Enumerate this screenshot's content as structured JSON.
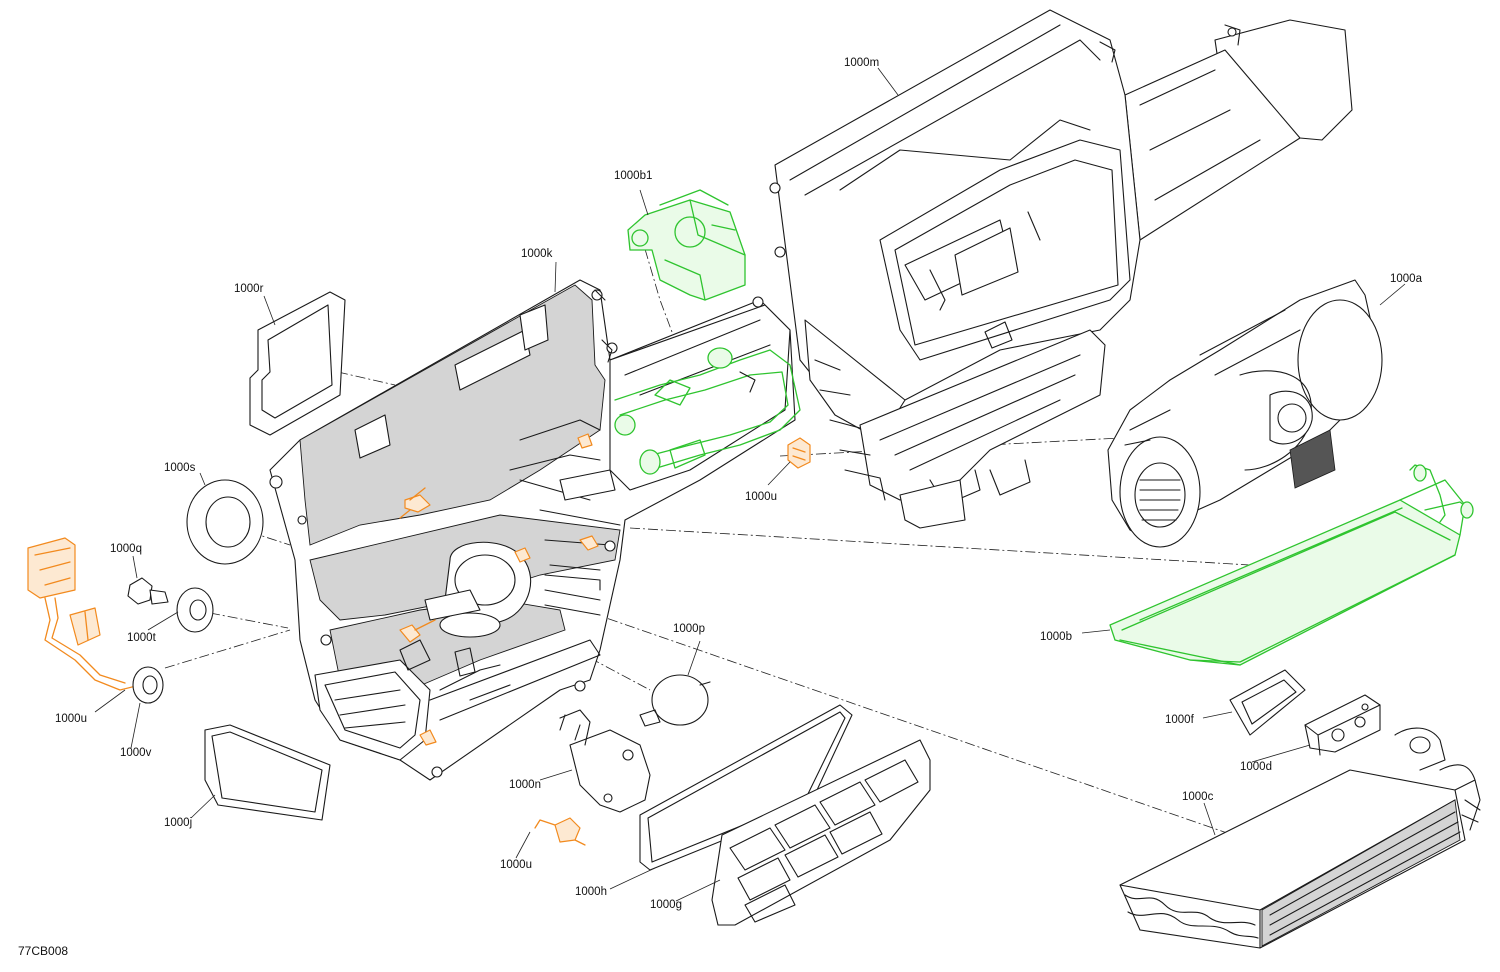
{
  "diagram": {
    "drawing_code": "77CB008",
    "callouts": {
      "a": "1000a",
      "b": "1000b",
      "b1": "1000b1",
      "c": "1000c",
      "d": "1000d",
      "f": "1000f",
      "g": "1000g",
      "h": "1000h",
      "j": "1000j",
      "k": "1000k",
      "m": "1000m",
      "n": "1000n",
      "p": "1000p",
      "q": "1000q",
      "r": "1000r",
      "s": "1000s",
      "t": "1000t",
      "u1": "1000u",
      "u2": "1000u",
      "u3": "1000u",
      "v": "1000v"
    },
    "colors": {
      "line": "#1a1a1a",
      "highlight_green": "#2fc42f",
      "highlight_orange": "#f28a1e",
      "panel_gray": "#d4d4d4"
    }
  }
}
